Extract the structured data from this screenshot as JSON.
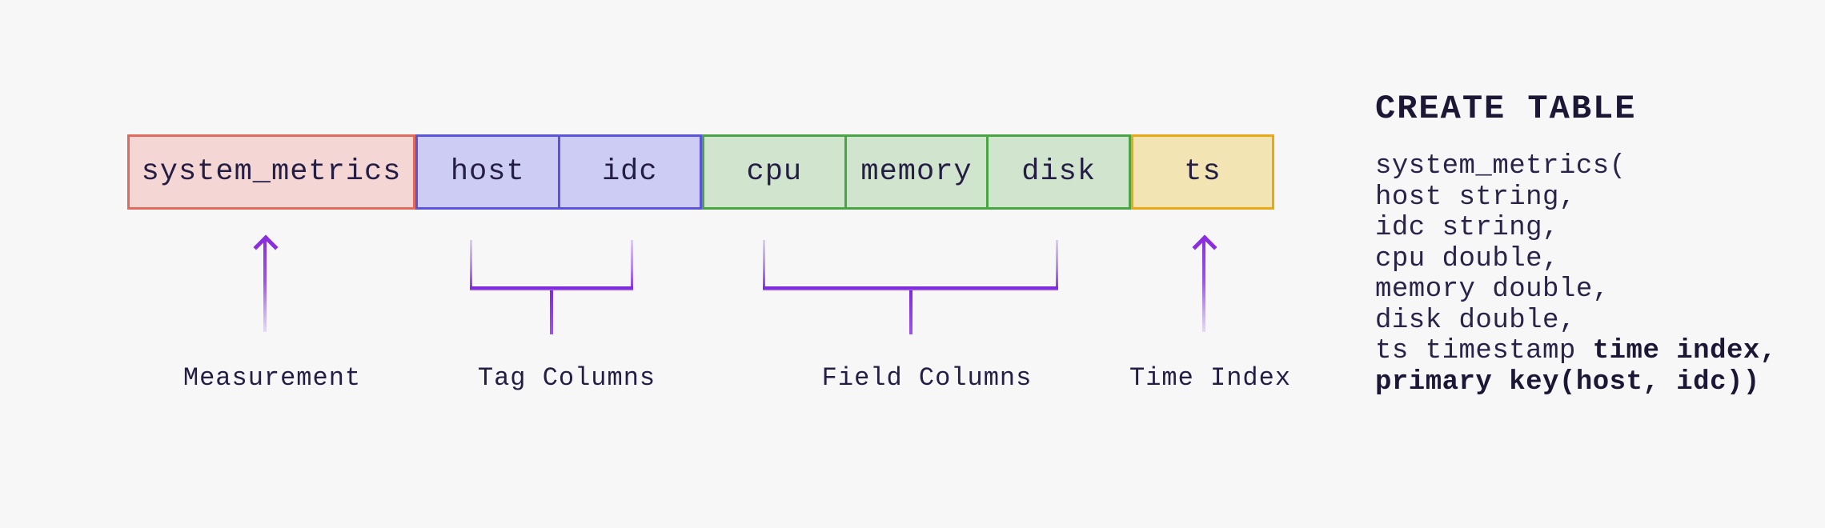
{
  "diagram": {
    "groups": [
      {
        "id": "measurement",
        "role": "Measurement",
        "fill": "#f4d6d4",
        "border": "#e06a5c",
        "cells": [
          "system_metrics"
        ]
      },
      {
        "id": "tags",
        "role": "Tag Columns",
        "fill": "#cdccf4",
        "border": "#5a55d8",
        "cells": [
          "host",
          "idc"
        ]
      },
      {
        "id": "fields",
        "role": "Field Columns",
        "fill": "#d1e4ce",
        "border": "#49a443",
        "cells": [
          "cpu",
          "memory",
          "disk"
        ]
      },
      {
        "id": "time",
        "role": "Time Index",
        "fill": "#f2e4b3",
        "border": "#e9a816",
        "cells": [
          "ts"
        ]
      }
    ],
    "labels": {
      "measurement": "Measurement",
      "tag_columns": "Tag Columns",
      "field_columns": "Field Columns",
      "time_index": "Time Index"
    },
    "connector_color": "#8a2ee0",
    "background_color": "#f7f7f8",
    "text_color": "#241d44"
  },
  "sql": {
    "heading": "CREATE TABLE",
    "lines": [
      {
        "normal": "system_metrics("
      },
      {
        "normal": "host string,"
      },
      {
        "normal": "idc string,"
      },
      {
        "normal": "cpu double,"
      },
      {
        "normal": "memory double,"
      },
      {
        "normal": "disk double,"
      },
      {
        "normal": "ts timestamp ",
        "bold": "time index,"
      },
      {
        "bold": "primary key(host, idc))"
      }
    ]
  }
}
